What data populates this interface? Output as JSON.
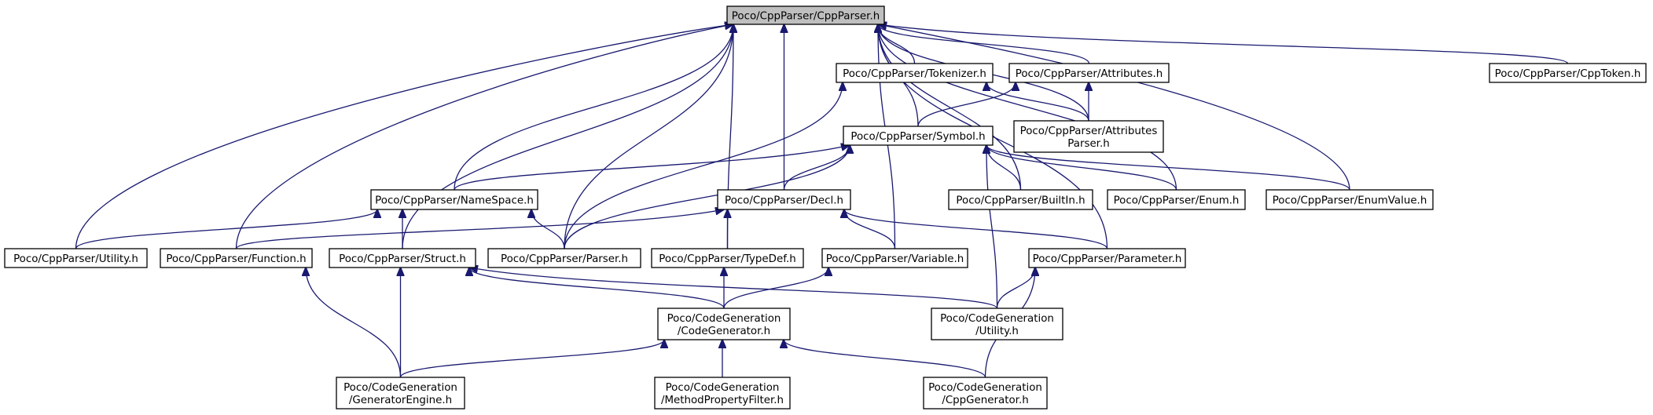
{
  "graph": {
    "type": "include-dependency-graph",
    "edge_color": "#191970",
    "root_fill": "#bfbfbf",
    "nodes": [
      {
        "id": "root",
        "lines": [
          "Poco/CppParser/CppParser.h"
        ],
        "root": true
      },
      {
        "id": "tokenizer",
        "lines": [
          "Poco/CppParser/Tokenizer.h"
        ]
      },
      {
        "id": "attributes",
        "lines": [
          "Poco/CppParser/Attributes.h"
        ]
      },
      {
        "id": "cpptoken",
        "lines": [
          "Poco/CppParser/CppToken.h"
        ]
      },
      {
        "id": "symbol",
        "lines": [
          "Poco/CppParser/Symbol.h"
        ]
      },
      {
        "id": "attrparser",
        "lines": [
          "Poco/CppParser/Attributes",
          "Parser.h"
        ]
      },
      {
        "id": "namespace",
        "lines": [
          "Poco/CppParser/NameSpace.h"
        ]
      },
      {
        "id": "decl",
        "lines": [
          "Poco/CppParser/Decl.h"
        ]
      },
      {
        "id": "builtin",
        "lines": [
          "Poco/CppParser/BuiltIn.h"
        ]
      },
      {
        "id": "enum",
        "lines": [
          "Poco/CppParser/Enum.h"
        ]
      },
      {
        "id": "enumvalue",
        "lines": [
          "Poco/CppParser/EnumValue.h"
        ]
      },
      {
        "id": "utility",
        "lines": [
          "Poco/CppParser/Utility.h"
        ]
      },
      {
        "id": "function",
        "lines": [
          "Poco/CppParser/Function.h"
        ]
      },
      {
        "id": "struct",
        "lines": [
          "Poco/CppParser/Struct.h"
        ]
      },
      {
        "id": "parser",
        "lines": [
          "Poco/CppParser/Parser.h"
        ]
      },
      {
        "id": "typedef",
        "lines": [
          "Poco/CppParser/TypeDef.h"
        ]
      },
      {
        "id": "variable",
        "lines": [
          "Poco/CppParser/Variable.h"
        ]
      },
      {
        "id": "parameter",
        "lines": [
          "Poco/CppParser/Parameter.h"
        ]
      },
      {
        "id": "codegen",
        "lines": [
          "Poco/CodeGeneration",
          "/CodeGenerator.h"
        ]
      },
      {
        "id": "cgutility",
        "lines": [
          "Poco/CodeGeneration",
          "/Utility.h"
        ]
      },
      {
        "id": "genengine",
        "lines": [
          "Poco/CodeGeneration",
          "/GeneratorEngine.h"
        ]
      },
      {
        "id": "methodfilter",
        "lines": [
          "Poco/CodeGeneration",
          "/MethodPropertyFilter.h"
        ]
      },
      {
        "id": "cppgen",
        "lines": [
          "Poco/CodeGeneration",
          "/CppGenerator.h"
        ]
      }
    ],
    "edges": [
      [
        "tokenizer",
        "root"
      ],
      [
        "attributes",
        "root"
      ],
      [
        "cpptoken",
        "root"
      ],
      [
        "symbol",
        "root"
      ],
      [
        "attrparser",
        "root"
      ],
      [
        "namespace",
        "root"
      ],
      [
        "decl",
        "root"
      ],
      [
        "builtin",
        "root"
      ],
      [
        "enum",
        "root"
      ],
      [
        "enumvalue",
        "root"
      ],
      [
        "utility",
        "root"
      ],
      [
        "function",
        "root"
      ],
      [
        "struct",
        "root"
      ],
      [
        "parser",
        "root"
      ],
      [
        "typedef",
        "root"
      ],
      [
        "variable",
        "root"
      ],
      [
        "parameter",
        "root"
      ],
      [
        "parser",
        "tokenizer"
      ],
      [
        "attrparser",
        "tokenizer"
      ],
      [
        "symbol",
        "attributes"
      ],
      [
        "attrparser",
        "attributes"
      ],
      [
        "namespace",
        "symbol"
      ],
      [
        "decl",
        "symbol"
      ],
      [
        "parser",
        "symbol"
      ],
      [
        "builtin",
        "symbol"
      ],
      [
        "enum",
        "symbol"
      ],
      [
        "enumvalue",
        "symbol"
      ],
      [
        "cgutility",
        "symbol"
      ],
      [
        "utility",
        "namespace"
      ],
      [
        "struct",
        "namespace"
      ],
      [
        "parser",
        "namespace"
      ],
      [
        "function",
        "decl"
      ],
      [
        "typedef",
        "decl"
      ],
      [
        "variable",
        "decl"
      ],
      [
        "parameter",
        "decl"
      ],
      [
        "genengine",
        "function"
      ],
      [
        "genengine",
        "struct"
      ],
      [
        "codegen",
        "struct"
      ],
      [
        "cgutility",
        "struct"
      ],
      [
        "codegen",
        "typedef"
      ],
      [
        "codegen",
        "variable"
      ],
      [
        "cgutility",
        "parameter"
      ],
      [
        "cppgen",
        "parameter"
      ],
      [
        "genengine",
        "codegen"
      ],
      [
        "methodfilter",
        "codegen"
      ],
      [
        "cppgen",
        "codegen"
      ]
    ]
  }
}
